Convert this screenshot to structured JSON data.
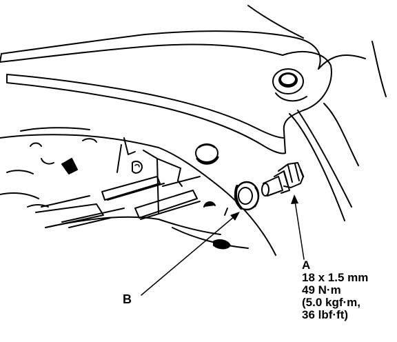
{
  "callouts": {
    "a": {
      "letter": "A",
      "lines": [
        "18 x 1.5 mm",
        "49 N·m",
        "(5.0 kgf·m,",
        "36 lbf·ft)"
      ]
    },
    "b": {
      "letter": "B"
    }
  },
  "colors": {
    "ink": "#000000",
    "paper": "#ffffff"
  }
}
